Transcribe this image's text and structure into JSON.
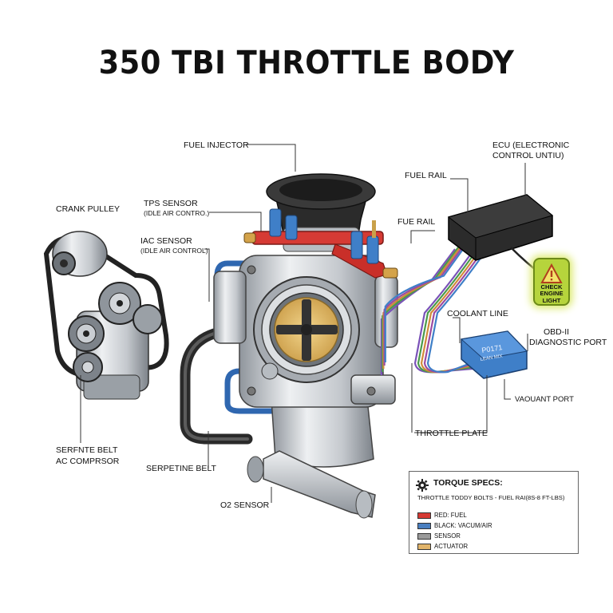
{
  "title": "350 TBI THROTTLE BODY",
  "labels": {
    "fuel_injector": "FUEL INJECTOR",
    "ecu": "ECU (ELECTRONIC",
    "ecu2": "CONTROL UNTIU)",
    "fuel_rail": "FUEL RAIL",
    "fue_rail": "FUE RAIL",
    "crank_pulley": "CRANK PULLEY",
    "tps_sensor": "TPS SENSOR",
    "tps_sub": "(IDLE AIR CONTRO.)",
    "iac_sensor": "IAC SENSOR",
    "iac_sub": "(IDLE AIR CONTROL)",
    "coolant_line": "COOLANT LINE",
    "obd": "OBD-II",
    "obd2": "DIAGNOSTIC PORT",
    "vacuant_port": "VAOUANT PORT",
    "throttle_plate": "THROTTLE PLATE",
    "serpentine_ac": "SERFNTE BELT",
    "serpentine_ac2": "AC COMPRSOR",
    "serpetine_belt": "SERPETINE BELT",
    "o2_sensor": "O2 SENSOR",
    "check_engine": "CHECK\nENGINE\nLIGHT",
    "obd_module": "P0171",
    "obd_module2": "LEAN MIX"
  },
  "legend": {
    "heading": "TORQUE SPECS:",
    "spec": "THROTTLE TODDY BOLTS - FUEL RAI(8S-8 FT-LBS)",
    "items": [
      {
        "label": "RED: FUEL",
        "color": "#d63a34"
      },
      {
        "label": "BLACK: VACUM/AIR",
        "color": "#4a7fc0"
      },
      {
        "label": "SENSOR",
        "color": "#9a9a9a"
      },
      {
        "label": "ACTUATOR",
        "color": "#e1b46a"
      }
    ]
  },
  "colors": {
    "fuel": "#d63a34",
    "vacuum": "#4a7fc0",
    "metal": "#c9cdd2",
    "plate": "#e1b46a",
    "wire_colors": [
      "#7a52b8",
      "#4a9a4a",
      "#d18a3a",
      "#9c4aa0",
      "#3f7fc8"
    ]
  }
}
